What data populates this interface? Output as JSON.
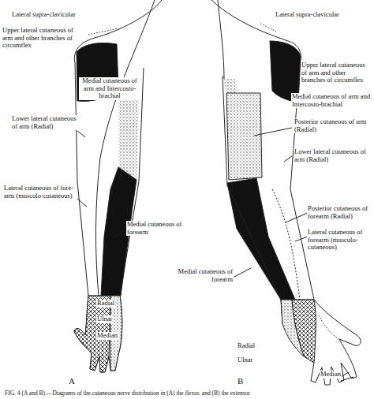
{
  "diagram": {
    "caption": "FIG. 4 (A and B).—Diagrams of the cutaneous nerve distribution in (A) the flexor, and (B) the extensor",
    "labels": [
      "Lateral supra-clavicular",
      "Upper lateral cutaneous of arm and other branches of circumflex",
      "Medial cutaneous of arm and Intercosto-brachial",
      "Lower lateral cutaneous of arm (Radial)",
      "Lateral cutaneous of fore-arm (musculo-cutaneous)",
      "Medial cutaneous of forearm",
      "Radial",
      "Ulnar",
      "Median",
      "A",
      "Lateral supra-clavicular",
      "Upper lateral cutaneous of arm and other branches of circumflex",
      "Medial cutaneous of arm and Intercosto-brachial",
      "Posterior cutaneous of arm (Radial)",
      "Lower lateral cutaneous of arm (Radial)",
      "Posterior cutaneous of forearm (Radial)",
      "Lateral cutaneous of forearm (musculo-cutaneous)",
      "Medial cutaneous of forearm",
      "Radial",
      "Ulnar",
      "Median",
      "B"
    ]
  }
}
